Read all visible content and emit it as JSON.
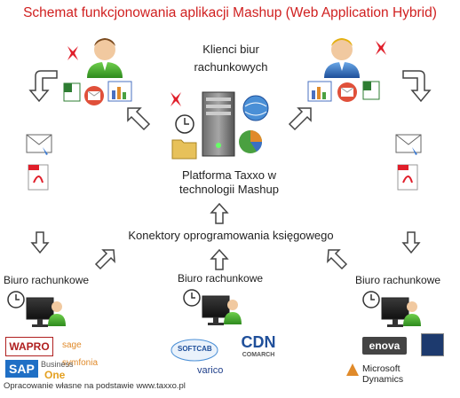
{
  "title": "Schemat funkcjonowania aplikacji Mashup (Web Application Hybrid)",
  "clients_label_line1": "Klienci biur",
  "clients_label_line2": "rachunkowych",
  "platform_label_line1": "Platforma Taxxo w",
  "platform_label_line2": "technologii Mashup",
  "connectors_label": "Konektory oprogramowania księgowego",
  "office_left_label": "Biuro rachunkowe",
  "office_center_label": "Biuro rachunkowe",
  "office_right_label": "Biuro rachunkowe",
  "footer_note": "Opracowanie własne na podstawie www.taxxo.pl",
  "logos": {
    "wapro": "WAPRO",
    "sage": "sage symfonia",
    "sap": "SAP",
    "sap_business": "Business",
    "sap_one": "One",
    "softcab": "SOFTCAB",
    "cdn": "CDN",
    "comarch": "COMARCH",
    "varico": "varico",
    "enova": "enova",
    "microsoft": "Microsoft Dynamics"
  },
  "colors": {
    "title": "#d02020",
    "arrow_outline": "#444444",
    "accent_red": "#e01e2a"
  }
}
